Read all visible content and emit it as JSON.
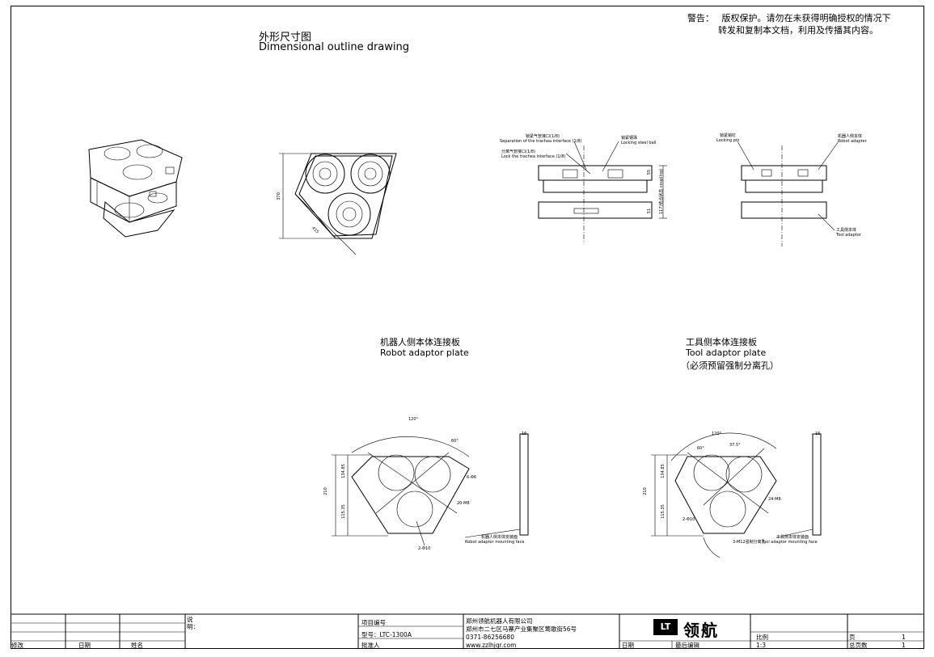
{
  "warning": {
    "label": "警告：",
    "line1": "版权保护。请勿在未获得明确授权的情况下",
    "line2": "转发和复制本文档，利用及传播其内容。"
  },
  "outline": {
    "title_cn": "外形尺寸图",
    "title_en": "Dimensional outline drawing",
    "dim_height": "370",
    "dim_side": "415"
  },
  "side_view_1": {
    "label_a_cn": "锁紧气管接口(1/8)",
    "label_a_en": "Separation of the trachea interface (1/8)",
    "label_b_cn": "分离气管接口(1/8)",
    "label_b_en": "Lock the trachea interface (1/8)",
    "label_c_cn": "锁紧钢珠",
    "label_c_en": "Locking steel ball",
    "dim_right": "117(结合状态 coupling)",
    "dim_a": "55",
    "dim_b": "51"
  },
  "side_view_2": {
    "label_a_cn": "锁紧销钉",
    "label_a_en": "Locking pin",
    "label_b_cn": "机器人侧本体",
    "label_b_en": "Robot adapter",
    "label_c_cn": "工具侧本体",
    "label_c_en": "Tool adaptor"
  },
  "robot_plate": {
    "title_cn": "机器人侧本体连接板",
    "title_en": "Robot adaptor plate",
    "angle": "120°",
    "angle_b": "60°",
    "dim_total": "210",
    "dim_upper": "134.85",
    "dim_lower": "115.35",
    "hole_a": "6-Φ6",
    "hole_b": "20-M8",
    "hole_c": "2-Φ10",
    "thickness": "16",
    "face_cn": "机器人侧本体安装面",
    "face_en": "Robot adaptor mounting face"
  },
  "tool_plate": {
    "title_cn": "工具侧本体连接板",
    "title_en": "Tool adaptor plate",
    "note_cn": "（必须预留强制分离孔）",
    "angle": "120°",
    "angle_b": "60°",
    "angle_c": "37.5°",
    "dim_total": "210",
    "dim_upper": "134.85",
    "dim_lower": "115.35",
    "hole_a": "24-M8",
    "hole_b": "2-Φ10",
    "hole_c": "3-M12强制分离孔",
    "thickness": "16",
    "face_cn": "工具侧本体安装面",
    "face_en": "Tool adaptor mounting face"
  },
  "title_block": {
    "rev_label": "修改",
    "date_label": "日期",
    "name_label": "姓名",
    "note_label_1": "说",
    "note_label_2": "明：",
    "project_label": "项目编号",
    "model": "型号：LTC-1300A",
    "approver": "批准人",
    "company": "郑州领航机器人有限公司",
    "address": "郑州市二七区马寨产业集聚区莺歌街56号",
    "phone": "0371-86256680",
    "website": "www.zzlhjqr.com",
    "logo_mark": "LT",
    "logo_text": "领航",
    "date2_label": "日期",
    "last_edit_label": "最后编辑",
    "scale_label": "比例",
    "scale_value": "1:3",
    "page_label": "页",
    "page_value": "1",
    "total_label": "总页数",
    "total_value": "1"
  }
}
